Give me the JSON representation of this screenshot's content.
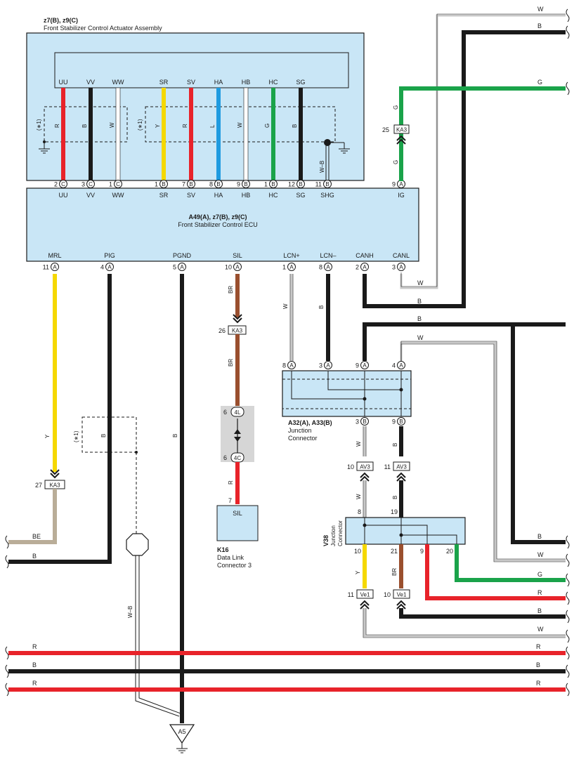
{
  "actuator": {
    "code": "z7(B), z9(C)",
    "name": "Front Stabilizer Control Actuator Assembly",
    "star_note": "(∗1)",
    "top_pins": [
      "UU",
      "VV",
      "WW",
      "SR",
      "SV",
      "HA",
      "HB",
      "HC",
      "SG"
    ],
    "inner_wire_colors": [
      "R",
      "B",
      "W",
      "Y",
      "R",
      "L",
      "W",
      "G",
      "B"
    ],
    "shield_wire_color": "W–B",
    "conn_labels": [
      "2 C",
      "3 C",
      "1 C",
      "1 B",
      "7 B",
      "8 B",
      "9 B",
      "1 B",
      "12 B",
      "11 B"
    ]
  },
  "ecu": {
    "code": "A49(A), z7(B), z9(C)",
    "name": "Front Stabilizer Control ECU",
    "top_pins": [
      "UU",
      "VV",
      "WW",
      "SR",
      "SV",
      "HA",
      "HB",
      "HC",
      "SG",
      "SHG",
      "IG"
    ],
    "ig_pin_number": "9",
    "ig_pin_letter": "A",
    "bottom_pins": [
      "MRL",
      "PIG",
      "PGND",
      "SIL",
      "LCN+",
      "LCN–",
      "CANH",
      "CANL"
    ],
    "bottom_pin_numbers": [
      "11",
      "4",
      "5",
      "10",
      "1",
      "8",
      "2",
      "3"
    ],
    "bottom_pin_letter": "A"
  },
  "right_edge_wires": {
    "top": [
      "W",
      "B",
      "G"
    ],
    "mid": [
      "B",
      "W",
      "G",
      "R",
      "B",
      "W"
    ],
    "mid_wire_colors": [
      "#1a1a1a",
      "#c8c8c8",
      "#1aa34a",
      "#e8232a",
      "#1a1a1a",
      "#c8c8c8"
    ]
  },
  "ka3_ig": {
    "label": "KA3",
    "pin": "25",
    "wire": "G"
  },
  "can_return": {
    "w": "W",
    "b": "B"
  },
  "mrl": {
    "wire": "Y",
    "connector": "KA3",
    "pin": "27",
    "out_wire": "BE"
  },
  "pig": {
    "wire": "B",
    "out_wire": "B"
  },
  "pgnd": {
    "wire": "B"
  },
  "star_box": {
    "note": "(∗1)",
    "wire": "B"
  },
  "shield": {
    "wire": "W–B"
  },
  "sil": {
    "wire_top": "BR",
    "ka3_pin": "26",
    "ka3_label": "KA3",
    "wire_mid": "BR",
    "inline_top": "4L",
    "inline_top_pin": "6",
    "inline_bottom": "4C",
    "inline_bottom_pin": "6",
    "wire_bottom": "R",
    "dlc_pin": "7",
    "dlc_label": "SIL"
  },
  "dlc": {
    "code": "K16",
    "name_line1": "Data Link",
    "name_line2": "Connector 3"
  },
  "lcn": {
    "plus_wire": "W",
    "minus_wire": "B"
  },
  "jc_top": {
    "code": "A32(A), A33(B)",
    "name_line1": "Junction",
    "name_line2": "Connector",
    "top_nums": [
      "8",
      "3",
      "9",
      "4"
    ],
    "top_letter": "A",
    "bottom_nums": [
      "3",
      "9"
    ],
    "bottom_letter": "B",
    "wire_top_right_b": "B",
    "wire_top_right_w": "W"
  },
  "av3": {
    "left_wire": "W",
    "right_wire": "B",
    "left_pin": "10",
    "right_pin": "11",
    "label": "AV3"
  },
  "jc_v38": {
    "code": "V38",
    "name_line1": "Junction",
    "name_line2": "Connector",
    "in_pins": [
      "8",
      "19"
    ],
    "in_wires": [
      "W",
      "B"
    ],
    "out_pins": [
      "10",
      "21",
      "9",
      "20"
    ],
    "out_wires": [
      "Y",
      "BR"
    ]
  },
  "ve1": {
    "left_pin": "11",
    "right_pin": "10",
    "label": "Ve1"
  },
  "bus": {
    "left": [
      "R",
      "B",
      "R"
    ],
    "right": [
      "R",
      "B",
      "R"
    ]
  },
  "ground": {
    "label": "A5"
  }
}
